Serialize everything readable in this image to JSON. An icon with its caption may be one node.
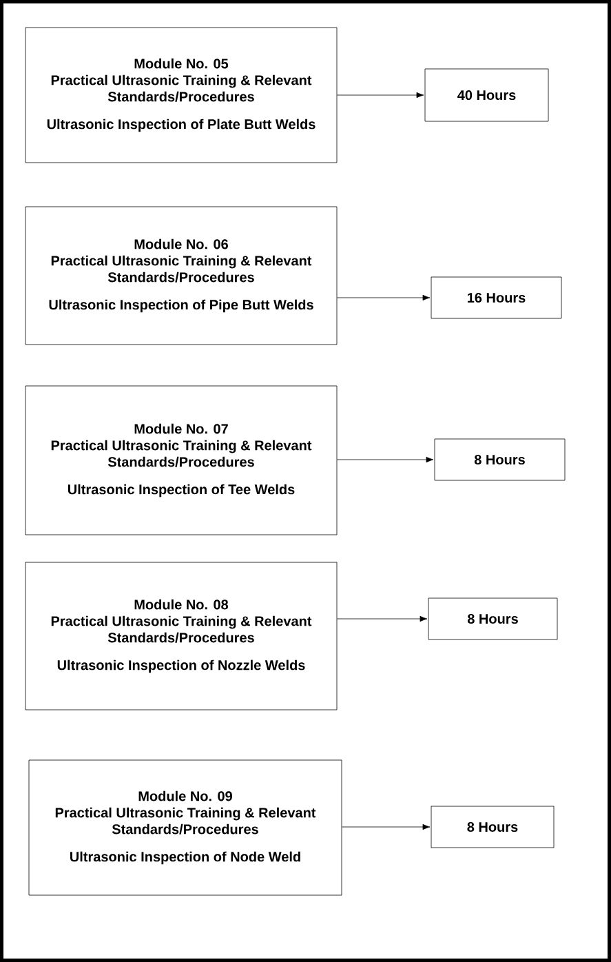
{
  "diagram": {
    "nodes": [
      {
        "text": [
          "Module No. 05",
          "Practical Ultrasonic Training & Relevant Standards/Procedures",
          "Ultrasonic Inspection of Plate Butt Welds"
        ]
      },
      {
        "text": [
          "40 Hours"
        ]
      },
      {
        "text": [
          "Module No. 06",
          "Practical Ultrasonic Training & Relevant Standards/Procedures",
          "Ultrasonic Inspection of Pipe Butt Welds"
        ]
      },
      {
        "text": [
          "16 Hours"
        ]
      },
      {
        "text": [
          "Module No. 07",
          "Practical Ultrasonic Training & Relevant Standards/Procedures",
          "Ultrasonic Inspection of Tee Welds"
        ]
      },
      {
        "text": [
          "8 Hours"
        ]
      },
      {
        "text": [
          "Module No. 08",
          "Practical Ultrasonic Training & Relevant Standards/Procedures",
          "Ultrasonic Inspection of Nozzle Welds"
        ]
      },
      {
        "text": [
          "8 Hours"
        ]
      },
      {
        "text": [
          "Module No. 09",
          "Practical Ultrasonic Training & Relevant Standards/Procedures",
          "Ultrasonic Inspection of Node Weld"
        ]
      },
      {
        "text": [
          "8 Hours"
        ]
      }
    ],
    "edges": [
      {
        "from": 0,
        "to": 1,
        "arrow": "to"
      },
      {
        "from": 2,
        "to": 3,
        "arrow": "to"
      },
      {
        "from": 4,
        "to": 5,
        "arrow": "to"
      },
      {
        "from": 6,
        "to": 7,
        "arrow": "to"
      },
      {
        "from": 8,
        "to": 9,
        "arrow": "to"
      }
    ]
  }
}
